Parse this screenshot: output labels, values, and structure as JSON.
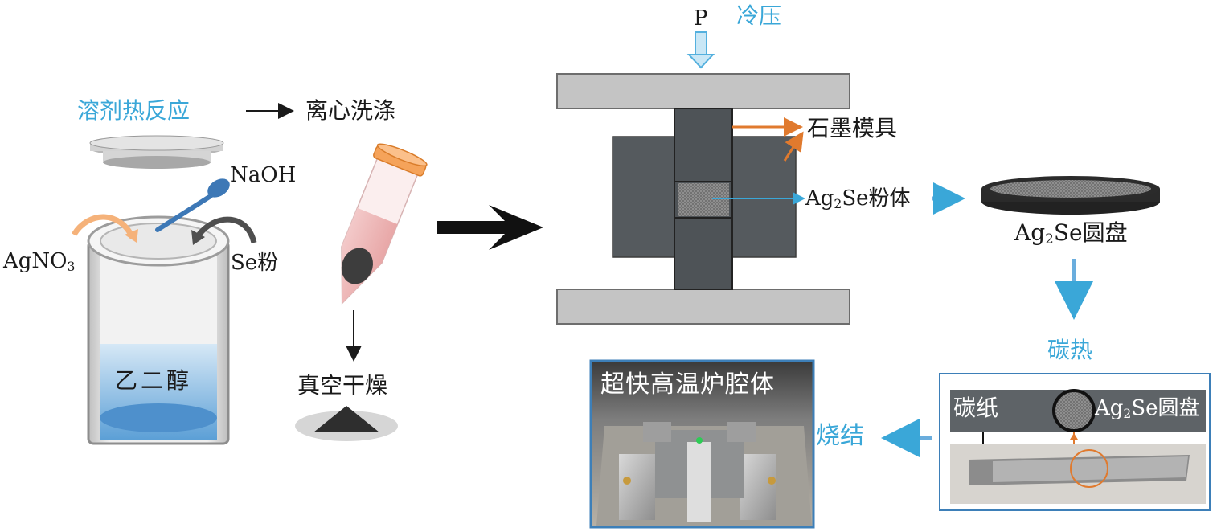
{
  "step_solvothermal": "溶剂热反应",
  "step_centrifuge": "离心洗涤",
  "step_vacuum_dry": "真空干燥",
  "reagent_naoh": "NaOH",
  "reagent_agno3_main": "AgNO",
  "reagent_agno3_sub": "3",
  "reagent_se": "Se粉",
  "solvent_label": "乙二醇",
  "press_force": "P",
  "press_mode": "冷压",
  "mold_label": "石墨模具",
  "powder_label_pre": "Ag",
  "powder_label_sub": "2",
  "powder_label_post": "Se粉体",
  "disk_label_pre": "Ag",
  "disk_label_sub": "2",
  "disk_label_post": "Se圆盘",
  "step_carbothermal": "碳热",
  "carbon_paper_label": "碳纸",
  "inset_disk_pre": "Ag",
  "inset_disk_sub": "2",
  "inset_disk_post": "Se圆盘",
  "step_sintering": "烧结",
  "furnace_title": "超快高温炉腔体",
  "colors": {
    "accent_blue": "#3aa7d8",
    "arrow_orange": "#e07a2e",
    "mold_gray": "#555a5e",
    "plate_gray": "#c4c4c4",
    "tube_cap": "#f5a35a",
    "frame_blue": "#3d7fb8"
  },
  "icons": [
    "reaction-vessel-icon",
    "spoon-icon",
    "centrifuge-tube-icon",
    "hydraulic-press-icon",
    "sample-disk-icon",
    "furnace-photo",
    "carbon-paper-photo"
  ]
}
